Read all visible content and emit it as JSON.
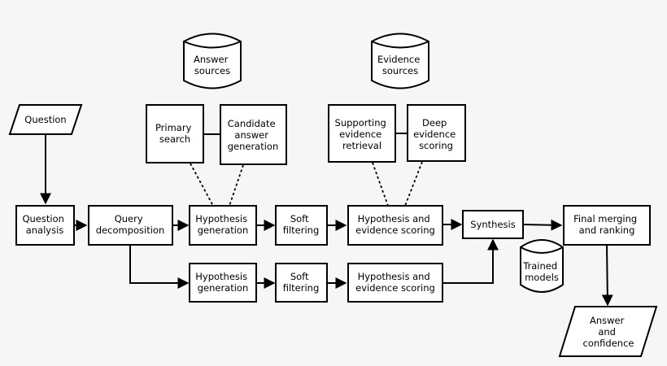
{
  "nodes": {
    "question": [
      "Question"
    ],
    "question_analysis": [
      "Question",
      "analysis"
    ],
    "query_decomposition": [
      "Query",
      "decomposition"
    ],
    "hypothesis_gen_1": [
      "Hypothesis",
      "generation"
    ],
    "hypothesis_gen_2": [
      "Hypothesis",
      "generation"
    ],
    "soft_filtering_1": [
      "Soft",
      "filtering"
    ],
    "soft_filtering_2": [
      "Soft",
      "filtering"
    ],
    "hypothesis_scoring_1": [
      "Hypothesis and",
      "evidence scoring"
    ],
    "hypothesis_scoring_2": [
      "Hypothesis and",
      "evidence scoring"
    ],
    "synthesis": [
      "Synthesis"
    ],
    "final_merging": [
      "Final merging",
      "and ranking"
    ],
    "answer_confidence": [
      "Answer",
      "and",
      "confidence"
    ],
    "answer_sources": [
      "Answer",
      "sources"
    ],
    "evidence_sources": [
      "Evidence",
      "sources"
    ],
    "primary_search": [
      "Primary",
      "search"
    ],
    "candidate_answer_generation": [
      "Candidate",
      "answer",
      "generation"
    ],
    "supporting_evidence_retrieval": [
      "Supporting",
      "evidence",
      "retrieval"
    ],
    "deep_evidence_scoring": [
      "Deep",
      "evidence",
      "scoring"
    ],
    "trained_models": [
      "Trained",
      "models"
    ]
  }
}
